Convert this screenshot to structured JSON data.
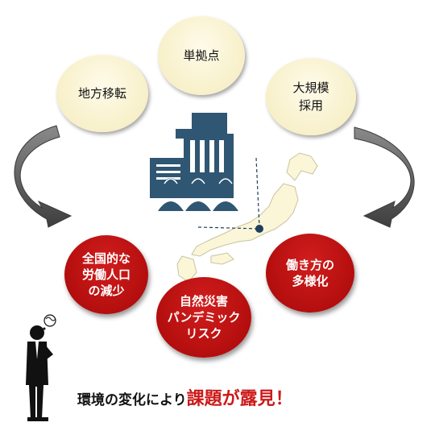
{
  "top_bubbles": [
    {
      "lines": [
        "地方移転"
      ]
    },
    {
      "lines": [
        "単拠点"
      ]
    },
    {
      "lines": [
        "大規模",
        "採用"
      ]
    }
  ],
  "issues": [
    {
      "lines": [
        "全国的な",
        "労働人口",
        "の減少"
      ]
    },
    {
      "lines": [
        "自然災害",
        "パンデミック",
        "リスク"
      ]
    },
    {
      "lines": [
        "働き方の",
        "多様化"
      ]
    }
  ],
  "caption": {
    "prefix": "環境の変化により",
    "highlight": "課題が露見！"
  },
  "colors": {
    "bubble": "#f7f0c9",
    "issue_red": "#b40e0e",
    "building": "#2f5672",
    "arrow_gray": "#5a5a5a",
    "highlight_text": "#cc1a1a"
  }
}
